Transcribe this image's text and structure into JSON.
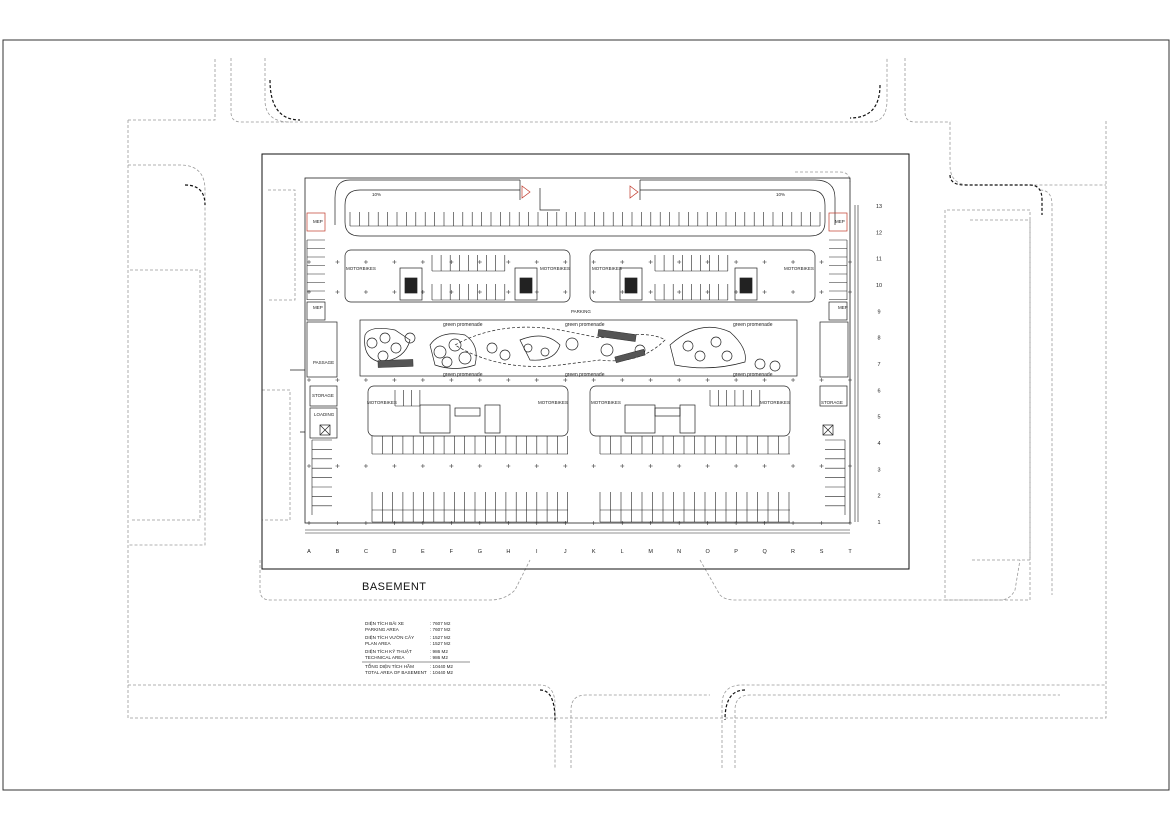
{
  "drawing_title": "BASEMENT",
  "labels": {
    "parking": "PARKING",
    "passage": "PASSAGE",
    "loading": "LOADING",
    "storage": "STORAGE",
    "mep": "MEP",
    "motorbikes": "MOTORBIKES",
    "green_promenade": "green promenade",
    "ramp_slope": "10%"
  },
  "grid_columns": [
    "A",
    "B",
    "C",
    "D",
    "E",
    "F",
    "G",
    "H",
    "I",
    "J",
    "K",
    "L",
    "M",
    "N",
    "O",
    "P",
    "Q",
    "R",
    "S",
    "T"
  ],
  "grid_rows": [
    "1",
    "2",
    "3",
    "4",
    "5",
    "6",
    "7",
    "8",
    "9",
    "10",
    "11",
    "12",
    "13"
  ],
  "area_table": [
    {
      "vn": "DIỆN TÍCH BÃI XE",
      "en": "PARKING AREA",
      "value_vn": ": 7607 M2",
      "value_en": ": 7607 M2"
    },
    {
      "vn": "DIỆN TÍCH VƯỜN CÂY",
      "en": "PLAN AREA",
      "value_vn": ": 1527 M2",
      "value_en": ": 1527 M2"
    },
    {
      "vn": "DIỆN TÍCH KỸ THUẬT",
      "en": "TECHNICAL AREA",
      "value_vn": ": 986 M2",
      "value_en": ": 986 M2"
    }
  ],
  "area_total": {
    "vn": "TỔNG DIỆN TÍCH HẦM",
    "en": "TOTAL AREA OF BASEMENT",
    "value_vn": ": 10440 M2",
    "value_en": ": 10440 M2"
  }
}
